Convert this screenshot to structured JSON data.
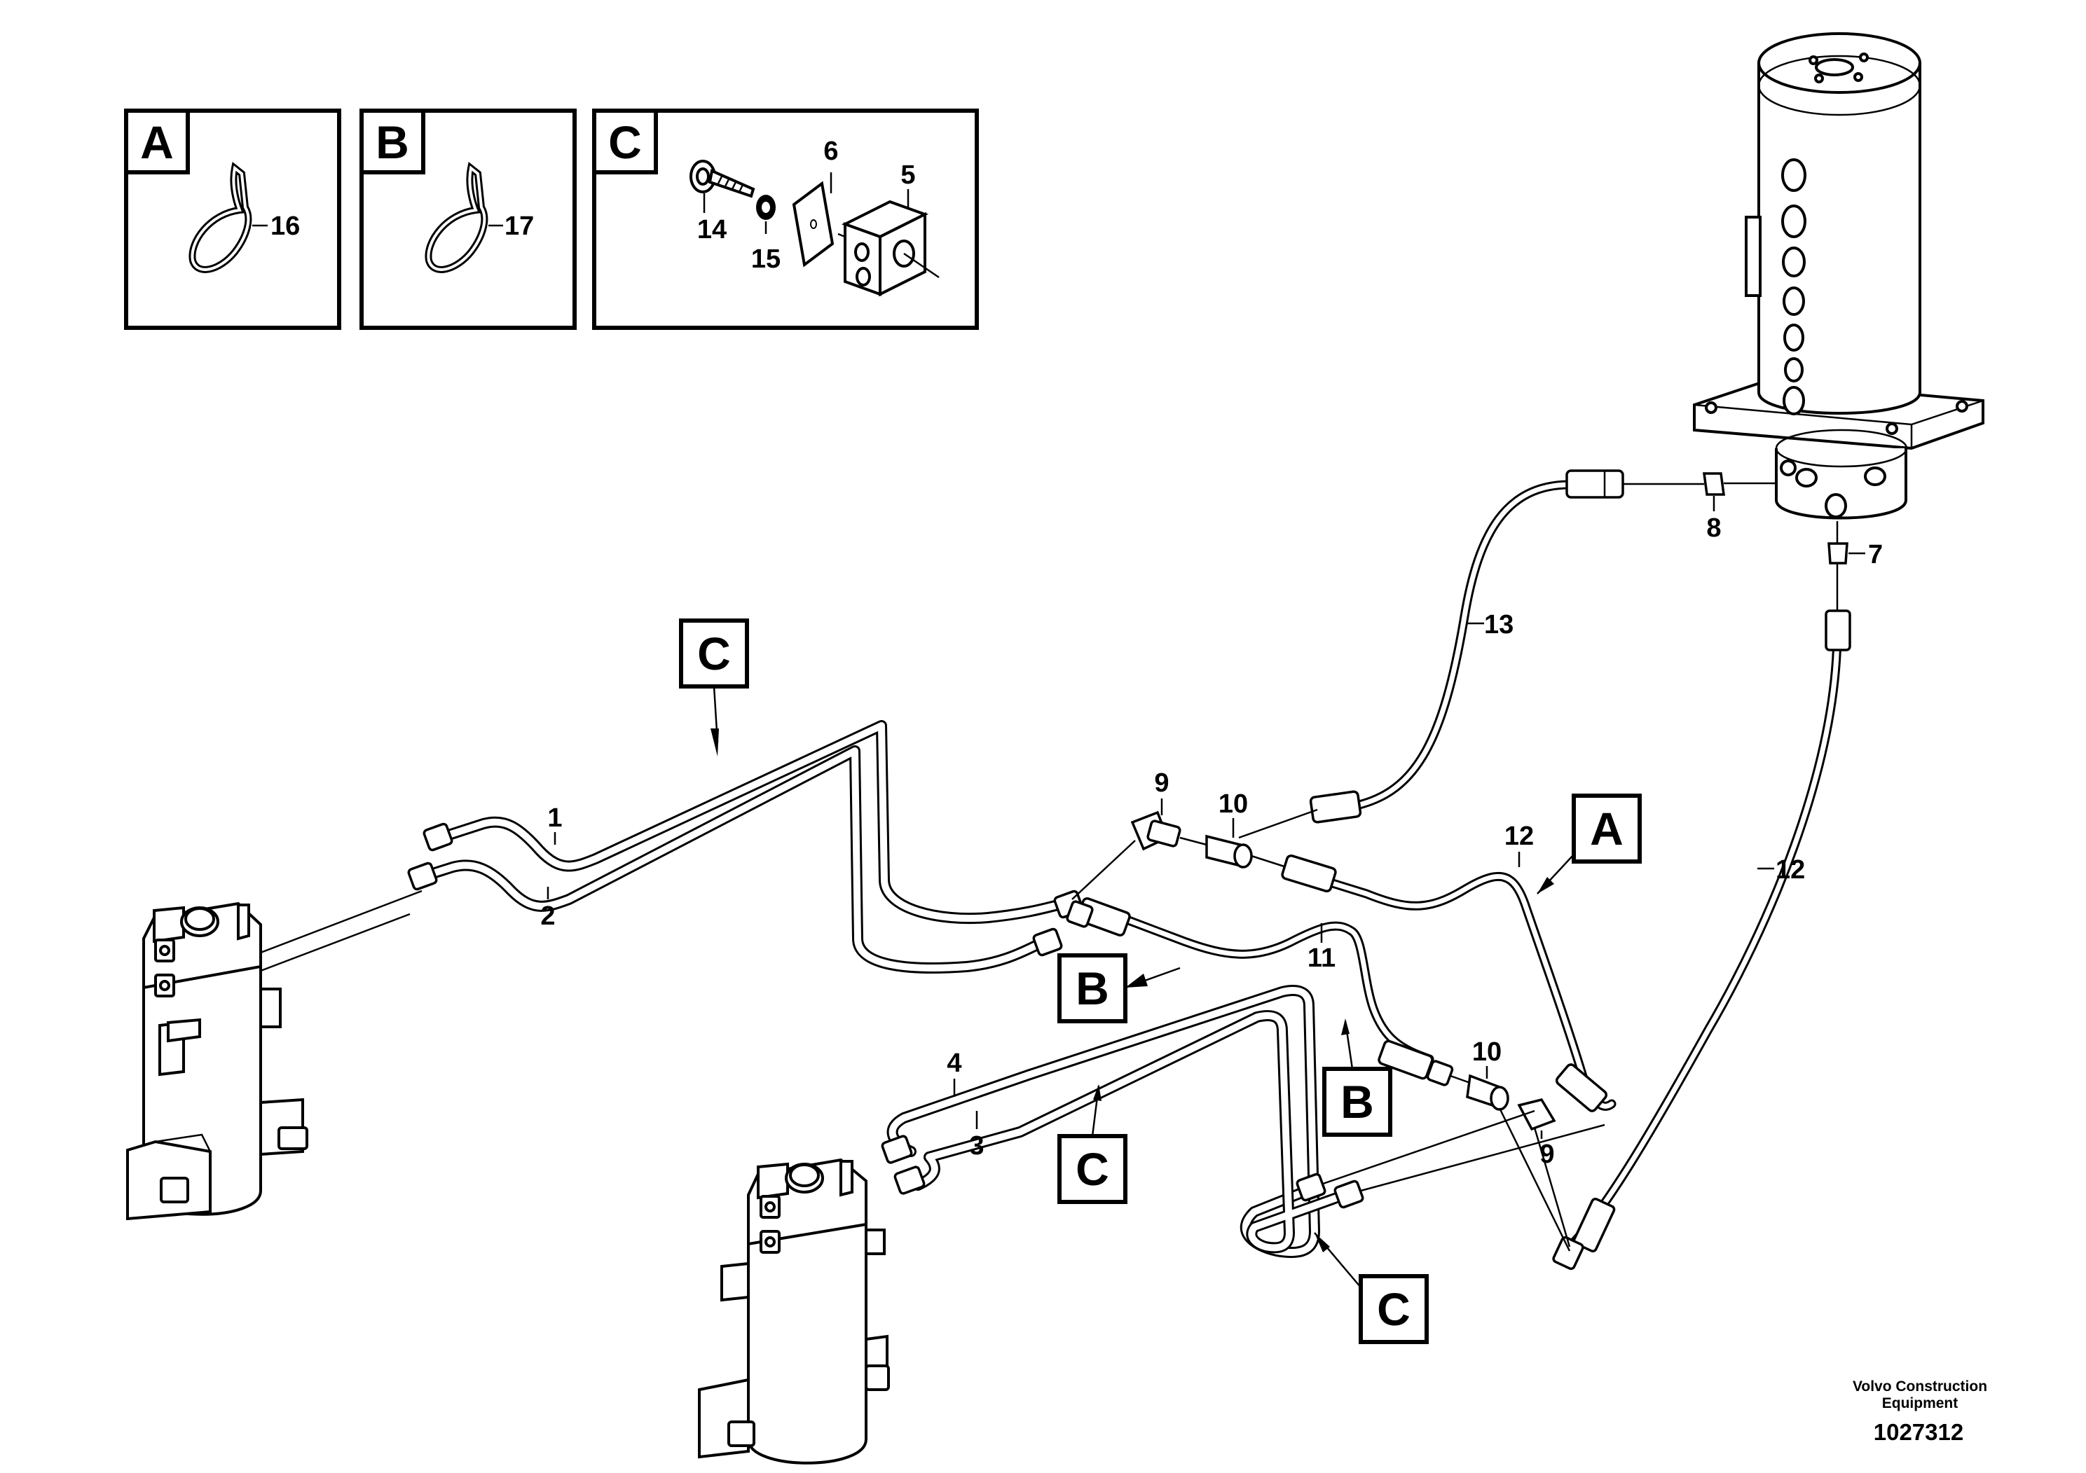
{
  "detail_boxes": [
    {
      "letter": "A",
      "callouts": [
        "16"
      ]
    },
    {
      "letter": "B",
      "callouts": [
        "17"
      ]
    },
    {
      "letter": "C",
      "callouts": [
        "14",
        "15",
        "6",
        "5"
      ]
    }
  ],
  "part_callouts": [
    "1",
    "2",
    "3",
    "4",
    "5",
    "6",
    "7",
    "8",
    "9",
    "9",
    "10",
    "10",
    "11",
    "12",
    "12",
    "13",
    "14",
    "15",
    "16",
    "17"
  ],
  "view_markers": [
    "C",
    "B",
    "C",
    "C",
    "A",
    "B"
  ],
  "footer": {
    "brand_line1": "Volvo Construction",
    "brand_line2": "Equipment",
    "drawing_number": "1027312"
  }
}
